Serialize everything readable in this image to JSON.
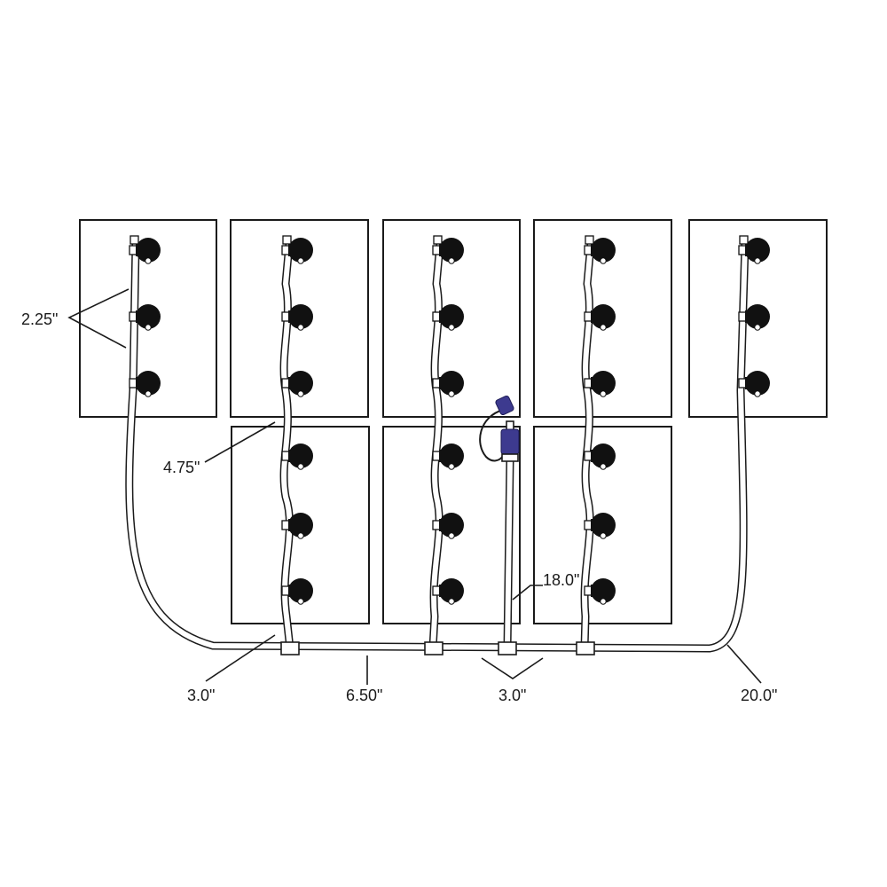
{
  "diagram": {
    "batteries": {
      "top_row_count": 5,
      "bottom_row_count": 3
    },
    "valves_per_column": {
      "column_1": 3,
      "column_2": 6,
      "column_3": 6,
      "column_4": 6,
      "column_5": 3
    },
    "tee_fittings": 4,
    "filler": "fill-pump-connector",
    "colors": {
      "line": "#1a1a1a",
      "valve": "#111111",
      "filler_connector": "#3d3a8f"
    },
    "labels": {
      "d1": "2.25\"",
      "d2": "4.75\"",
      "d3": "18.0\"",
      "d4": "3.0\"",
      "d5": "6.50\"",
      "d6": "3.0\"",
      "d7": "20.0\""
    }
  }
}
